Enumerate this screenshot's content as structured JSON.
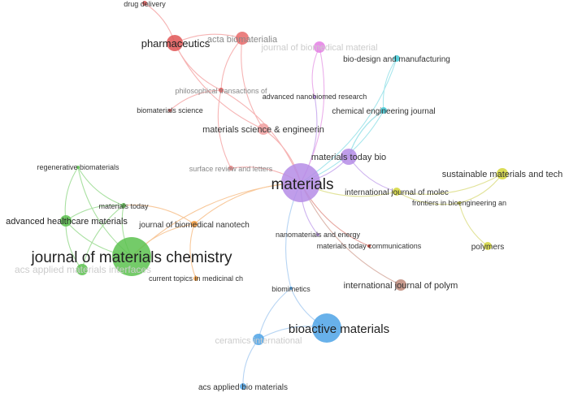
{
  "network": {
    "nodes": [
      {
        "id": "materials",
        "label": "materials",
        "color": "#b58ce6"
      },
      {
        "id": "jmc",
        "label": "journal of materials chemistry",
        "color": "#5cc24f"
      },
      {
        "id": "bioactive",
        "label": "bioactive materials",
        "color": "#4ea3e6"
      },
      {
        "id": "pharmaceutics",
        "label": "pharmaceutics",
        "color": "#e05555"
      },
      {
        "id": "acta",
        "label": "acta biomaterialia",
        "color": "#e86a6a"
      },
      {
        "id": "drug",
        "label": "drug delivery",
        "color": "#e05555"
      },
      {
        "id": "jbm",
        "label": "journal of biomedical material",
        "color": "#e47ee4"
      },
      {
        "id": "biodesign",
        "label": "bio-design and manufacturing",
        "color": "#3fc9d6"
      },
      {
        "id": "philo",
        "label": "philosophical transactions of",
        "color": "#e05555"
      },
      {
        "id": "anr",
        "label": "advanced nanobiomed research",
        "color": "#b58ce6"
      },
      {
        "id": "biomsci",
        "label": "biomaterials science",
        "color": "#e05555"
      },
      {
        "id": "chemeng",
        "label": "chemical engineering journal",
        "color": "#3fc9d6"
      },
      {
        "id": "mse",
        "label": "materials science & engineerin",
        "color": "#f0a0a0"
      },
      {
        "id": "mtb",
        "label": "materials today bio",
        "color": "#b58ce6"
      },
      {
        "id": "srl",
        "label": "surface review and letters",
        "color": "#e08080"
      },
      {
        "id": "sustainable",
        "label": "sustainable materials and tech",
        "color": "#d4d63a"
      },
      {
        "id": "ijmolec",
        "label": "international journal of molec",
        "color": "#d4d63a"
      },
      {
        "id": "frontiers",
        "label": "frontiers in bioengineering an",
        "color": "#d4d63a"
      },
      {
        "id": "polymers",
        "label": "polymers",
        "color": "#d4d63a"
      },
      {
        "id": "regen",
        "label": "regenerative biomaterials",
        "color": "#5cc24f"
      },
      {
        "id": "mattoday",
        "label": "materials today",
        "color": "#5cc24f"
      },
      {
        "id": "ahm",
        "label": "advanced healthcare materials",
        "color": "#5cc24f"
      },
      {
        "id": "jbmn",
        "label": "journal of biomedical nanotech",
        "color": "#f39a3a"
      },
      {
        "id": "acsami",
        "label": "acs applied materials interfaces",
        "color": "#5cc24f"
      },
      {
        "id": "ctmc",
        "label": "current topics in medicinal ch",
        "color": "#f39a3a"
      },
      {
        "id": "nanoen",
        "label": "nanomaterials and energy",
        "color": "#b58ce6"
      },
      {
        "id": "mtc",
        "label": "materials today communications",
        "color": "#c0392b"
      },
      {
        "id": "ijpolym",
        "label": "international journal of polym",
        "color": "#c08a7a"
      },
      {
        "id": "biomimetics",
        "label": "biomimetics",
        "color": "#4ea3e6"
      },
      {
        "id": "ceramics",
        "label": "ceramics international",
        "color": "#4ea3e6"
      },
      {
        "id": "acsbio",
        "label": "acs applied bio materials",
        "color": "#4ea3e6"
      }
    ]
  }
}
